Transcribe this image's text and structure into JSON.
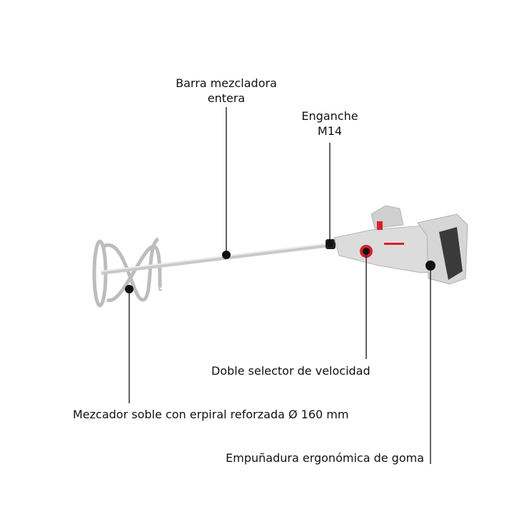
{
  "callouts": {
    "bar": {
      "line1": "Barra mezcladora",
      "line2": "entera"
    },
    "coupling": {
      "line1": "Enganche",
      "line2": "M14"
    },
    "speed_selector": "Doble selector de velocidad",
    "paddle": "Mezcador soble con erpiral reforzada Ø 160 mm",
    "grip": "Empuñadura ergonómica de goma"
  },
  "colors": {
    "accent": "#d8202a",
    "body": "#d9d9d9",
    "grip": "#3a3a3a",
    "leader": "#111111"
  }
}
